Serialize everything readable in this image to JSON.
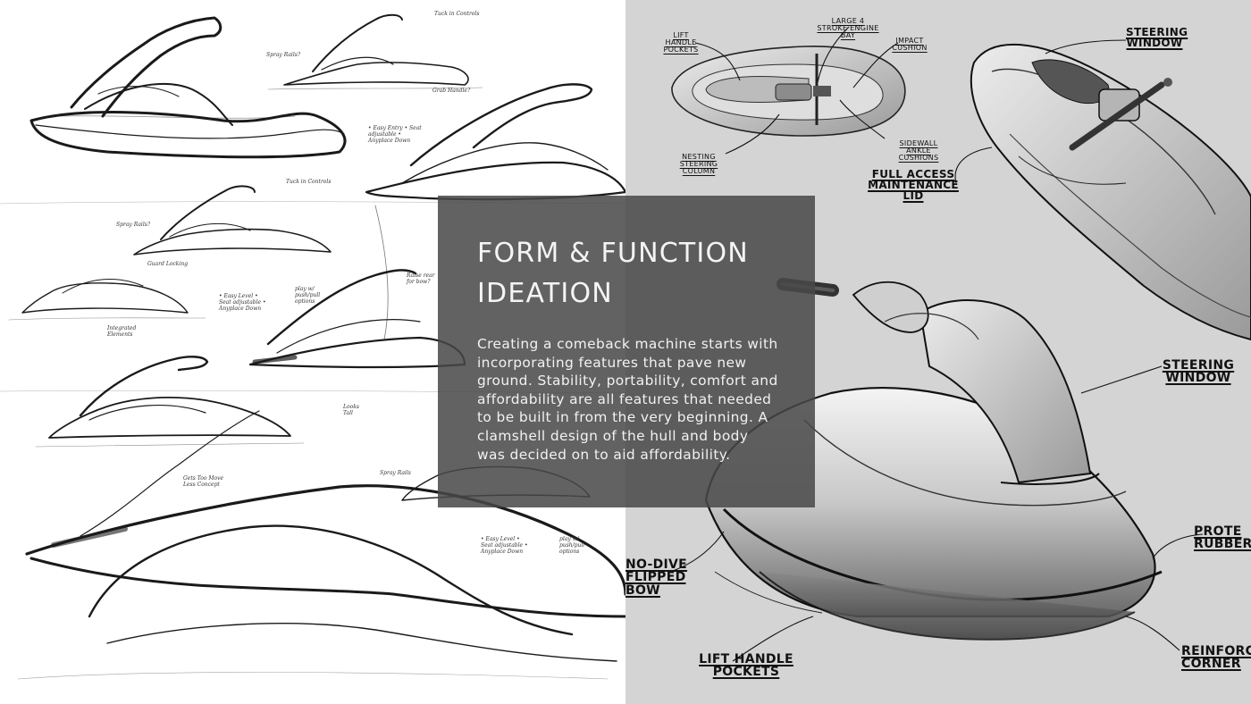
{
  "overlay": {
    "title_line1": "FORM & FUNCTION",
    "title_line2": "IDEATION",
    "body": "Creating a comeback machine starts with incorporating features that pave new ground. Stability, portability, comfort and affordability are all features that needed to be built in from the very beginning. A clamshell design of the hull and body was decided on to aid affordability."
  },
  "annotations": {
    "lift_handle_pockets_top": "LIFT HANDLE POCKETS",
    "large_stroke_engine_bay": "LARGE 4 STROKE ENGINE BAY",
    "impact_cushion": "IMPACT CUSHION",
    "sidewall_ankle_cushions": "SIDEWALL ANKLE CUSHIONS",
    "nesting_steering_column": "NESTING STEERING COLUMN",
    "full_access_maintenance_lid": "FULL ACCESS MAINTENANCE LID",
    "steering_window_top": "STEERING WINDOW",
    "steering_window_mid": "STEERING WINDOW",
    "no_dive_flipped_bow": "NO-DIVE FLIPPED BOW",
    "lift_handle_pockets_bottom": "LIFT HANDLE POCKETS",
    "protective_rubber": "PROTE RUBBER",
    "reinforced_corner": "REINFORC CORNER"
  },
  "sketch_notes": {
    "tuck_in_controls_1": "Tuck in Controls",
    "tuck_in_controls_2": "Tuck in Controls",
    "spray_rails_1": "Spray Rails?",
    "spray_rails_2": "Spray Rails?",
    "spray_rails_3": "Spray Rails",
    "grab_handle": "Grab Handle?",
    "easy_entry_1": "• Easy Entry • Seat adjustable • Anyplace Down",
    "easy_entry_2": "• Easy Level • Seat adjustable • Anyplace Down",
    "easy_entry_3": "• Easy Level • Seat adjustable • Anyplace Down",
    "play_push_pull_1": "play w/ push/pull options",
    "play_push_pull_2": "play w/ push/pull options",
    "looks_tall": "Looks Tall",
    "less_concept": "Gets Too Move Less Concept",
    "integrated_elements": "Integrated Elements",
    "guard_locking": "Guard Locking",
    "raise_rear_bow": "Raise rear for bow?"
  }
}
